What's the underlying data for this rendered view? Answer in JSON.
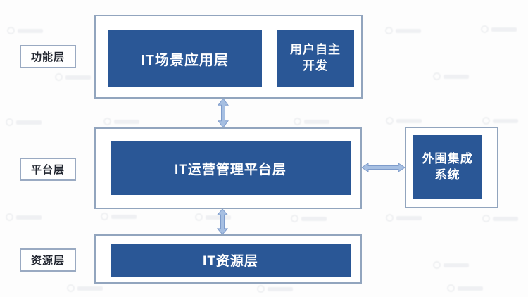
{
  "diagram": {
    "title": "IT layered architecture diagram",
    "layer_labels": [
      {
        "id": "functional",
        "label": "功能层"
      },
      {
        "id": "platform",
        "label": "平台层"
      },
      {
        "id": "resource",
        "label": "资源层"
      }
    ],
    "boxes": {
      "scenario_app": "IT场景应用层",
      "user_self_dev": "用户自主\n开发",
      "ops_platform": "IT运营管理平台层",
      "peripheral_systems": "外围集成\n系统",
      "it_resource": "IT资源层"
    },
    "icons": {
      "vertical_double_arrow": "bidirectional vertical connector arrow",
      "horizontal_double_arrow": "bidirectional horizontal connector arrow",
      "watermark": "faint repeated logo watermark"
    },
    "colors": {
      "box_fill": "#2a5796",
      "box_text": "#ffffff",
      "container_border": "#92a5be",
      "label_border": "#9aaac2",
      "label_text": "#222630",
      "arrow_fill": "#a6bfe2",
      "arrow_stroke": "#7e9ccb",
      "background": "#fdfdfd"
    }
  }
}
